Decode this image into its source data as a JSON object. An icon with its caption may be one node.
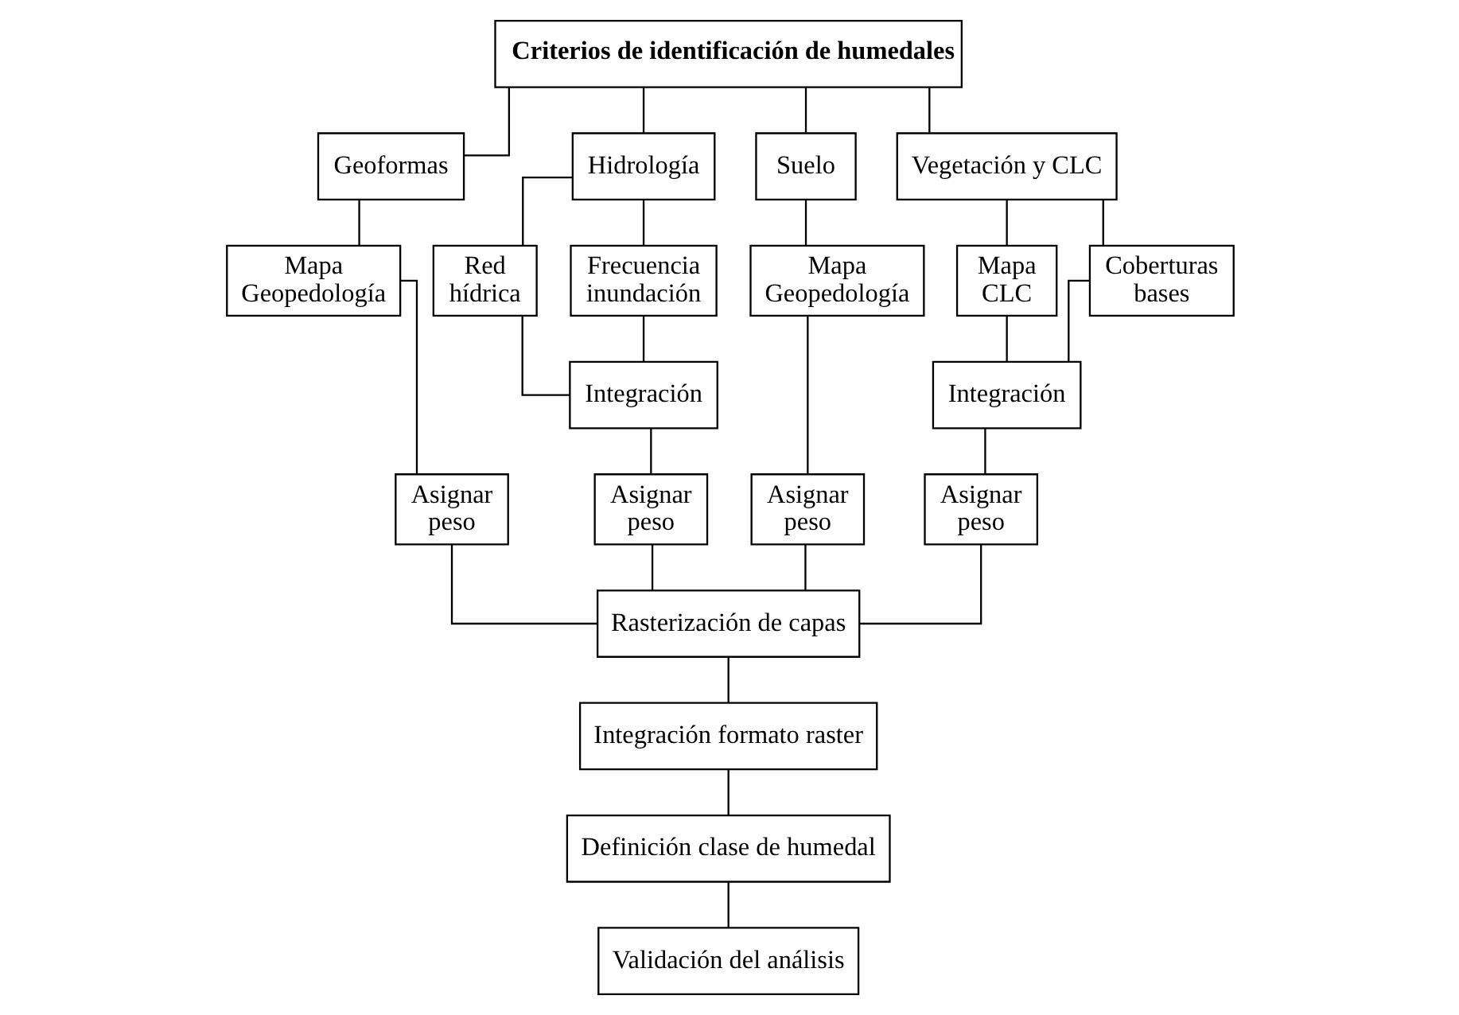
{
  "diagram": {
    "nodes": [
      {
        "text": [
          "Criterios de identificación de humedales"
        ]
      },
      {
        "text": [
          "Geoformas"
        ]
      },
      {
        "text": [
          "Hidrología"
        ]
      },
      {
        "text": [
          "Suelo"
        ]
      },
      {
        "text": [
          "Vegetación y CLC"
        ]
      },
      {
        "text": [
          "Mapa Geopedología"
        ]
      },
      {
        "text": [
          "Red hídrica"
        ]
      },
      {
        "text": [
          "Frecuencia inundación"
        ]
      },
      {
        "text": [
          "Integración"
        ]
      },
      {
        "text": [
          "Mapa Geopedología"
        ]
      },
      {
        "text": [
          "Mapa CLC"
        ]
      },
      {
        "text": [
          "Coberturas bases"
        ]
      },
      {
        "text": [
          "Integración"
        ]
      },
      {
        "text": [
          "Asignar peso"
        ]
      },
      {
        "text": [
          "Asignar peso"
        ]
      },
      {
        "text": [
          "Asignar peso"
        ]
      },
      {
        "text": [
          "Asignar peso"
        ]
      },
      {
        "text": [
          "Rasterización de capas"
        ]
      },
      {
        "text": [
          "Integración formato raster"
        ]
      },
      {
        "text": [
          "Definición clase de humedal"
        ]
      },
      {
        "text": [
          "Validación del análisis"
        ]
      }
    ],
    "edges": [
      {
        "from": 0,
        "to": 1,
        "arrow": "none"
      },
      {
        "from": 0,
        "to": 2,
        "arrow": "none"
      },
      {
        "from": 0,
        "to": 3,
        "arrow": "none"
      },
      {
        "from": 0,
        "to": 4,
        "arrow": "none"
      },
      {
        "from": 1,
        "to": 5,
        "arrow": "none"
      },
      {
        "from": 2,
        "to": 6,
        "arrow": "none"
      },
      {
        "from": 2,
        "to": 7,
        "arrow": "none"
      },
      {
        "from": 3,
        "to": 9,
        "arrow": "none"
      },
      {
        "from": 4,
        "to": 10,
        "arrow": "none"
      },
      {
        "from": 4,
        "to": 11,
        "arrow": "none"
      },
      {
        "from": 6,
        "to": 8,
        "arrow": "none"
      },
      {
        "from": 7,
        "to": 8,
        "arrow": "none"
      },
      {
        "from": 10,
        "to": 12,
        "arrow": "none"
      },
      {
        "from": 11,
        "to": 12,
        "arrow": "none"
      },
      {
        "from": 5,
        "to": 13,
        "arrow": "none"
      },
      {
        "from": 8,
        "to": 14,
        "arrow": "none"
      },
      {
        "from": 9,
        "to": 15,
        "arrow": "none"
      },
      {
        "from": 12,
        "to": 16,
        "arrow": "none"
      },
      {
        "from": 13,
        "to": 17,
        "arrow": "none"
      },
      {
        "from": 14,
        "to": 17,
        "arrow": "none"
      },
      {
        "from": 15,
        "to": 17,
        "arrow": "none"
      },
      {
        "from": 16,
        "to": 17,
        "arrow": "none"
      },
      {
        "from": 17,
        "to": 18,
        "arrow": "none"
      },
      {
        "from": 18,
        "to": 19,
        "arrow": "none"
      },
      {
        "from": 19,
        "to": 20,
        "arrow": "none"
      }
    ]
  }
}
